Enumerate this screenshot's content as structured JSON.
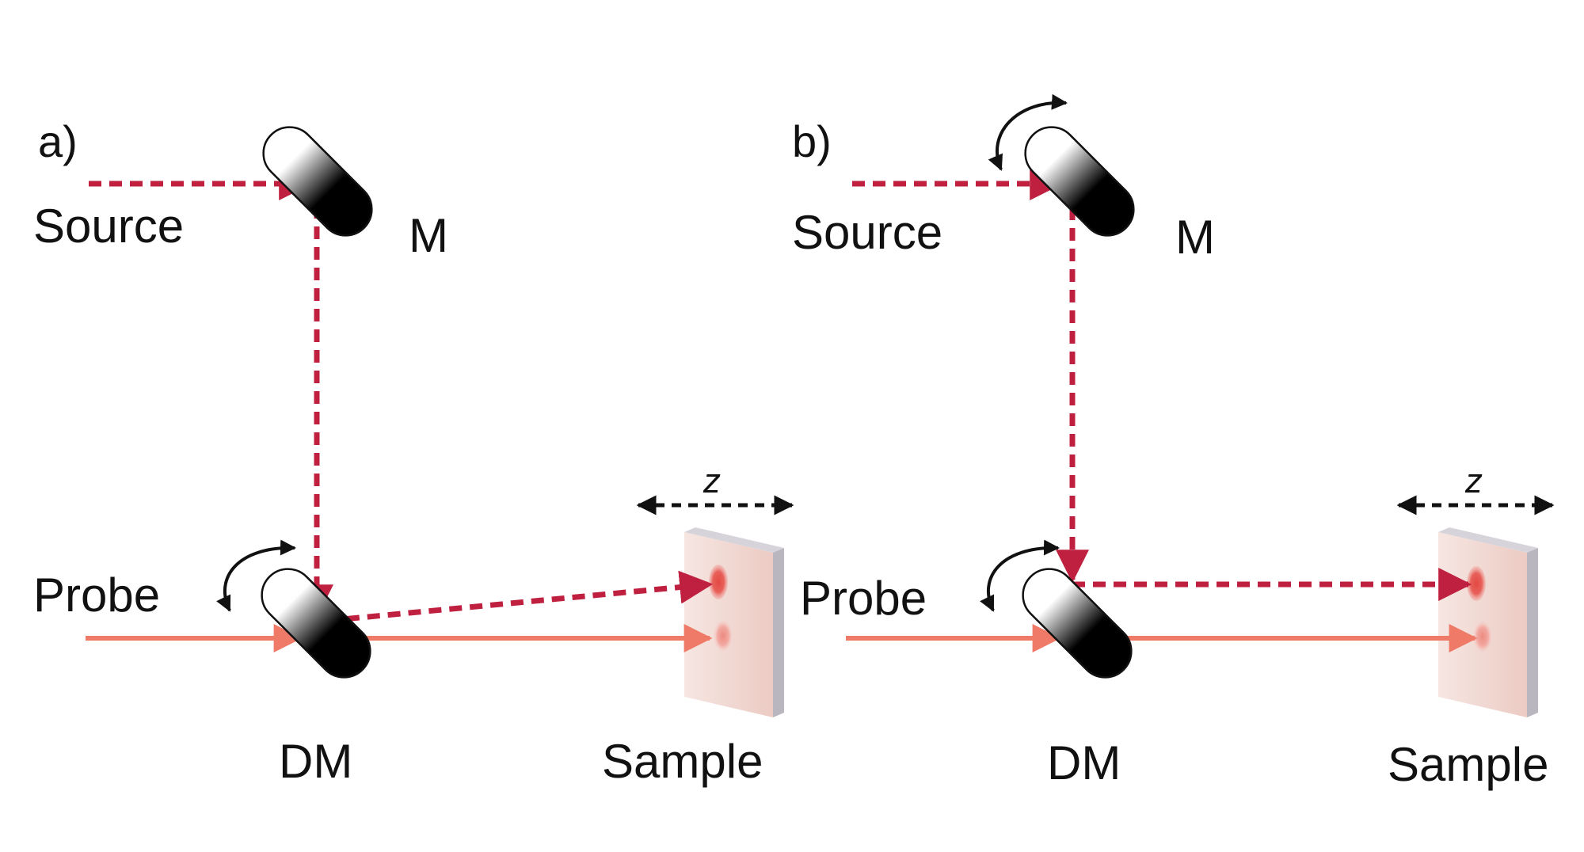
{
  "panels": [
    {
      "panel_label": "a)",
      "source_label": "Source",
      "mirror_label": "M",
      "probe_label": "Probe",
      "dichroic_label": "DM",
      "sample_label": "Sample",
      "axis_label": "z"
    },
    {
      "panel_label": "b)",
      "source_label": "Source",
      "mirror_label": "M",
      "probe_label": "Probe",
      "dichroic_label": "DM",
      "sample_label": "Sample",
      "axis_label": "z"
    }
  ],
  "colors": {
    "source_beam": "#c0203f",
    "probe_beam": "#f07a68",
    "mirror_outline": "#111111",
    "sample_face": "#f2ddd8",
    "sample_edge": "#b9b6bf"
  }
}
